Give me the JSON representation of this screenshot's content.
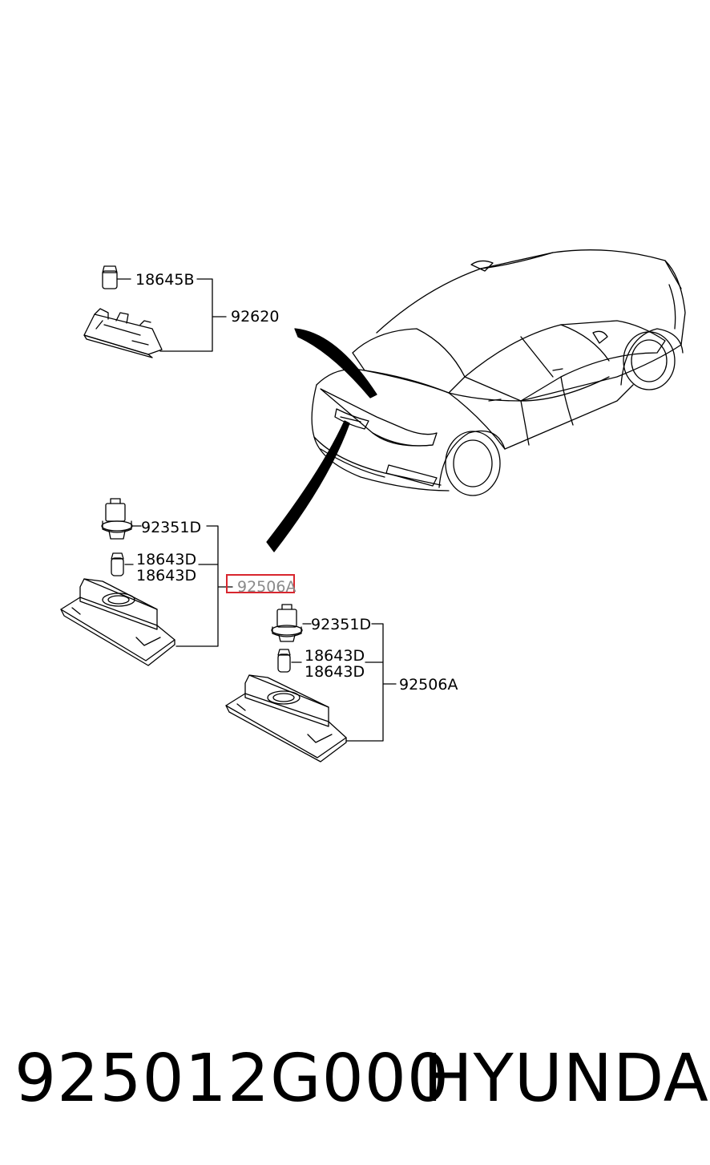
{
  "callouts": {
    "bulb_18645b": "18645B",
    "lamp_92620": "92620",
    "socket_92351d_left": "92351D",
    "bulb_18643d_left_1": "18643D",
    "bulb_18643d_left_2": "18643D",
    "lamp_92506a_left": "92506A",
    "socket_92351d_right": "92351D",
    "bulb_18643d_right_1": "18643D",
    "bulb_18643d_right_2": "18643D",
    "lamp_92506a_right": "92506A"
  },
  "highlight": {
    "label": "92506A",
    "color": "#d8262e"
  },
  "footer": {
    "part_number": "925012G000",
    "brand": "HYUNDAI"
  }
}
